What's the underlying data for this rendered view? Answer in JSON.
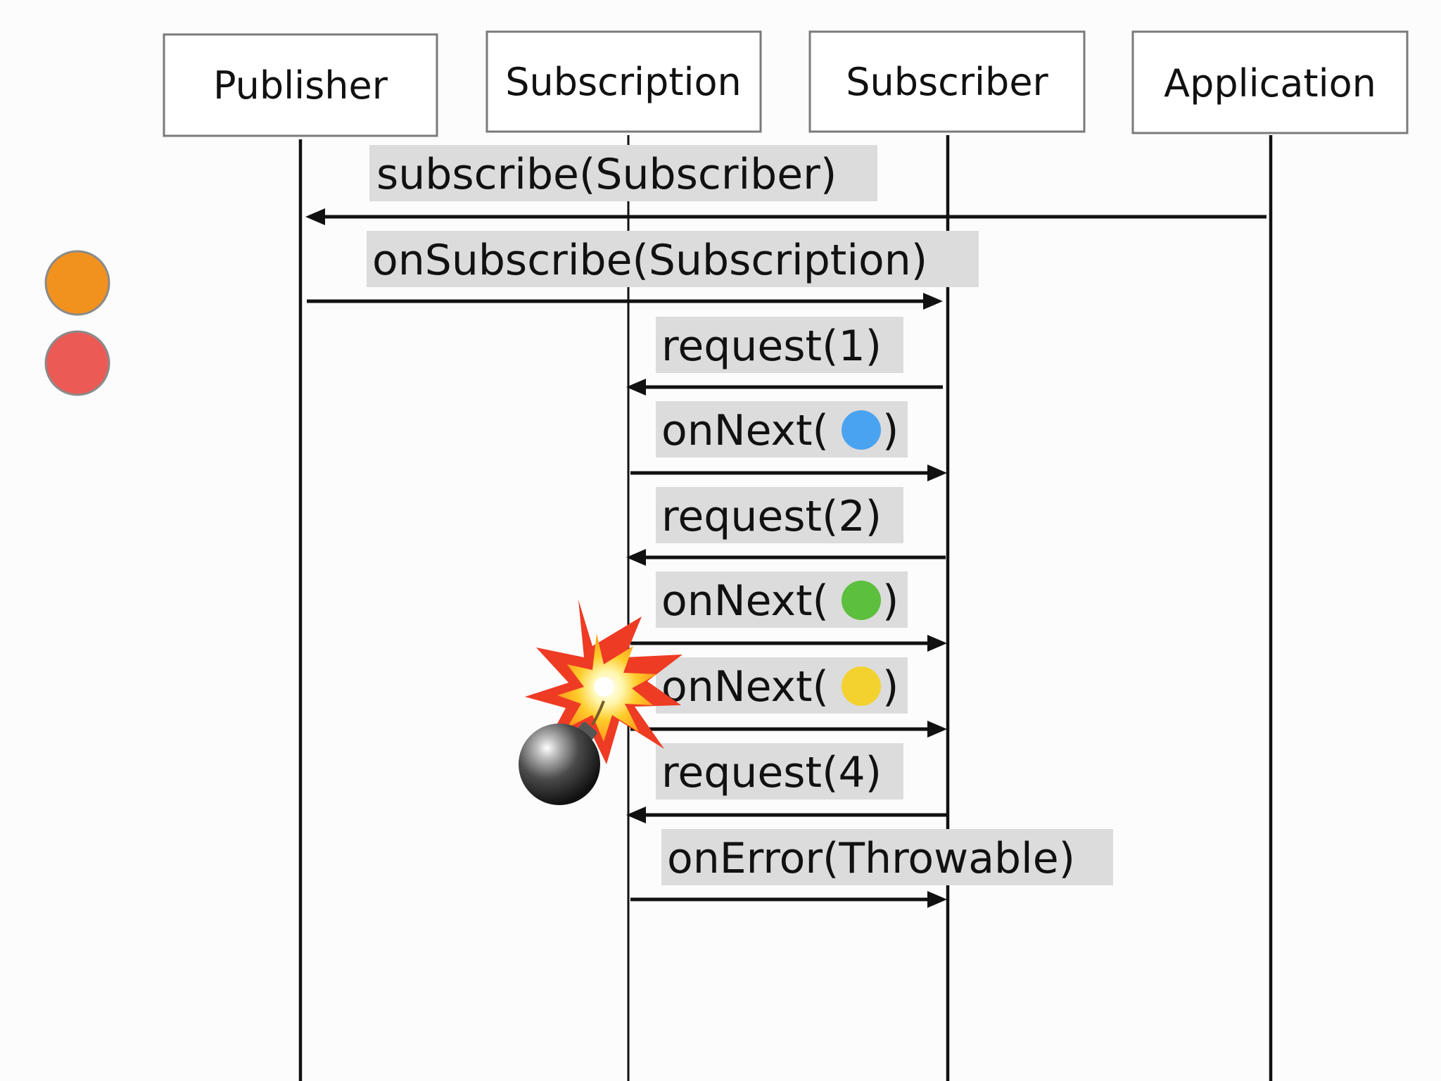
{
  "actors": [
    {
      "id": "publisher",
      "label": "Publisher"
    },
    {
      "id": "subscription",
      "label": "Subscription"
    },
    {
      "id": "subscriber",
      "label": "Subscriber"
    },
    {
      "id": "application",
      "label": "Application"
    }
  ],
  "messages": [
    {
      "id": "subscribe",
      "text": "subscribe(Subscriber)",
      "from": "application",
      "to": "publisher"
    },
    {
      "id": "onsubscribe",
      "text": "onSubscribe(Subscription)",
      "from": "publisher",
      "to": "subscriber"
    },
    {
      "id": "request-1",
      "text": "request(1)",
      "from": "subscriber",
      "to": "subscription"
    },
    {
      "id": "onnext-blue",
      "text_before": "onNext(",
      "text_after": ")",
      "dot_color": "#4aa3f0",
      "from": "subscription",
      "to": "subscriber"
    },
    {
      "id": "request-2",
      "text": "request(2)",
      "from": "subscriber",
      "to": "subscription"
    },
    {
      "id": "onnext-green",
      "text_before": "onNext(",
      "text_after": ")",
      "dot_color": "#5cbf3d",
      "from": "subscription",
      "to": "subscriber"
    },
    {
      "id": "onnext-yellow",
      "text_before": "onNext(",
      "text_after": ")",
      "dot_color": "#f3d230",
      "from": "subscription",
      "to": "subscriber"
    },
    {
      "id": "request-4",
      "text": "request(4)",
      "from": "subscriber",
      "to": "subscription"
    },
    {
      "id": "onerror",
      "text": "onError(Throwable)",
      "from": "subscription",
      "to": "subscriber"
    }
  ],
  "legend_dots": [
    {
      "color": "#f2921e"
    },
    {
      "color": "#ec5a55"
    }
  ],
  "icons": [
    "explosion-icon",
    "bomb-icon"
  ],
  "colors": {
    "label_bg": "#dcdcdc",
    "box_border": "#7a7a7a",
    "line": "#111111"
  }
}
